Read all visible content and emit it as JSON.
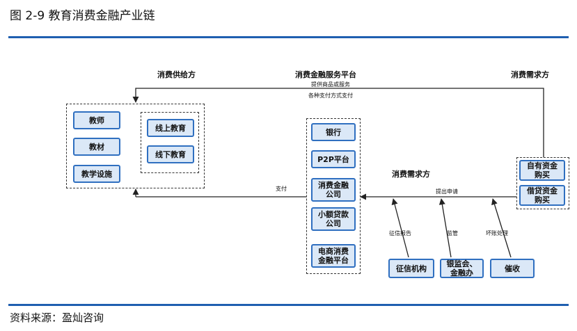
{
  "figure_title": "图 2-9 教育消费金融产业链",
  "source": "资料来源：盈灿咨询",
  "headers": {
    "supply": "消费供给方",
    "platform": "消费金融服务平台",
    "demand_top": "消费需求方",
    "demand_mid": "消费需求方"
  },
  "flows": {
    "provide_goods": "提供商品或服务",
    "payment_methods": "各种支付方式支付",
    "pay": "支付",
    "apply": "提出申请",
    "credit_report": "征信报告",
    "supervision": "监管",
    "bad_debt": "坏账处理"
  },
  "supply_items": [
    "教师",
    "教材",
    "教学设施"
  ],
  "education_items": [
    "线上教育",
    "线下教育"
  ],
  "platform_items": [
    "银行",
    "P2P平台",
    "消费金融\n公司",
    "小额贷款\n公司",
    "电商消费\n金融平台"
  ],
  "demand_items": [
    "自有资金\n购买",
    "借贷资金\n购买"
  ],
  "support_items": [
    "征信机构",
    "银监会、\n金融办",
    "催收"
  ],
  "colors": {
    "accent": "#1f5fb0",
    "node_fill": "#dbe8f7",
    "node_border": "#2f6fc0"
  }
}
